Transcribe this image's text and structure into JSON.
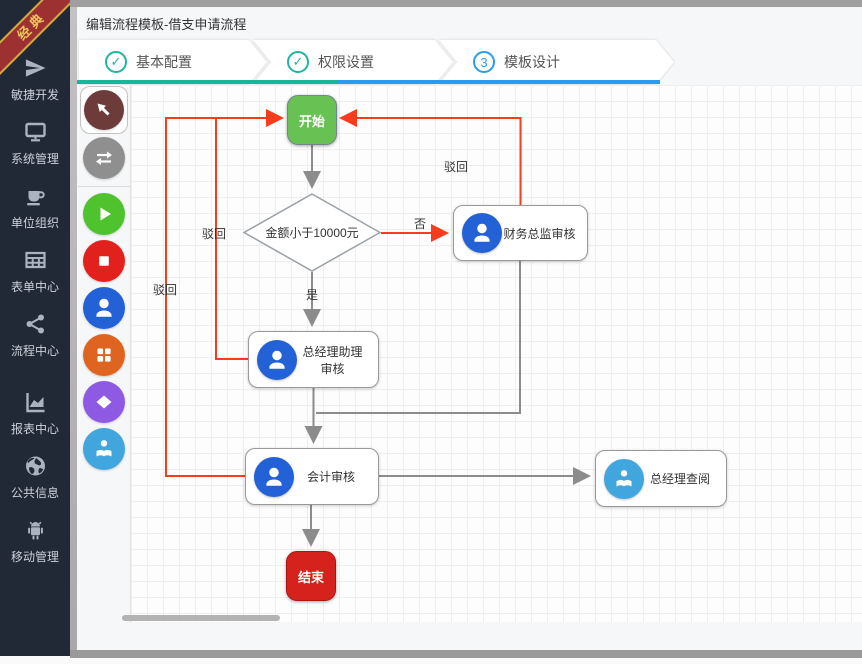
{
  "ribbon": {
    "text": "经典"
  },
  "header": {
    "title": "编辑流程模板-借支申请流程"
  },
  "steps": [
    {
      "label": "基本配置",
      "status": "done"
    },
    {
      "label": "权限设置",
      "status": "done"
    },
    {
      "label": "模板设计",
      "status": "active",
      "number": "3"
    }
  ],
  "sidebar": {
    "items": [
      {
        "label": "敏捷开发",
        "icon": "paper-plane-icon"
      },
      {
        "label": "系统管理",
        "icon": "monitor-icon"
      },
      {
        "label": "单位组织",
        "icon": "cup-icon"
      },
      {
        "label": "表单中心",
        "icon": "table-icon"
      },
      {
        "label": "流程中心",
        "icon": "share-icon"
      },
      {
        "label": "报表中心",
        "icon": "area-chart-icon"
      },
      {
        "label": "公共信息",
        "icon": "globe-icon"
      },
      {
        "label": "移动管理",
        "icon": "android-icon"
      }
    ]
  },
  "palette": {
    "tools": [
      "select-pointer",
      "connector",
      "start-node",
      "end-node",
      "user-task-node",
      "grid-node",
      "decision-node",
      "readonly-user-node"
    ]
  },
  "flow": {
    "nodes": {
      "start": "开始",
      "condition": "金额小于10000元",
      "finance_director": "财务总监审核",
      "gm_assistant": "总经理助理审核",
      "accountant": "会计审核",
      "gm_review": "总经理查阅",
      "end": "结束"
    },
    "labels": {
      "reject": "驳回",
      "yes": "是",
      "no": "否"
    }
  },
  "colors": {
    "sidebar_bg": "#212936",
    "ribbon_red": "#9d3030",
    "ribbon_gold": "#eec659",
    "step_done_green": "#1db79e",
    "step_active_blue": "#2a9cf0",
    "start_green": "#68c253",
    "end_red": "#d6221c",
    "user_blue": "#2361d6",
    "readonly_blue": "#41a6dd",
    "edge_gray": "#8c8c8c",
    "edge_reject_red": "#fa3b1c"
  }
}
